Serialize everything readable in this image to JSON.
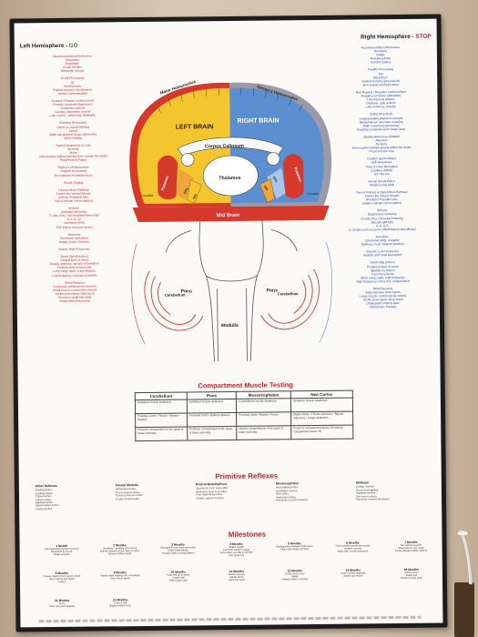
{
  "left": {
    "title_prefix": "Left Hemisphere - ",
    "title_go": "GO",
    "blocks": [
      {
        "tone": "red",
        "lines": [
          "Neurotransmitters/Hormones",
          "Dopamine",
          "Glutamate",
          "Acetyl Choline",
          "Melatonin (sleep)"
        ]
      },
      {
        "tone": "red",
        "lines": [
          "Serial Processing",
          "IQ",
          "Small picture",
          "Explicit memory (declarative)",
          "Verbal communication"
        ]
      },
      {
        "tone": "red",
        "lines": [
          "Reward / Positive reinforcement",
          "Positive emotions (Approach)",
          "Conscious actions",
          "Curious, inquisitive actions",
          "Like routine, sameness, familiarity"
        ]
      },
      {
        "tone": "red",
        "lines": [
          "Planning (Executive)",
          "Linear & Logical thinking",
          "Literal",
          "Math calculations (basic arithmetic)",
          "Word reading"
        ]
      },
      {
        "tone": "red",
        "lines": [
          "Spatial awareness (Local)",
          "Memory",
          "Motor",
          "Interoceptive (stimuli arising from outside the body)",
          "Past/Present/Future"
        ]
      },
      {
        "tone": "red",
        "lines": [
          "Right & Left awareness",
          "Analytic processing",
          "Recognition of familiar faces"
        ]
      },
      {
        "tone": "red",
        "lines": [
          "Social: Display"
        ]
      },
      {
        "tone": "red",
        "lines": [
          "Favors Direct Pathway",
          "Favors the Ventral Stream",
          "(Inferior Temporal lobe,",
          "Parvo-cellular cell receptors)"
        ]
      },
      {
        "tone": "red",
        "lines": [
          "Immune",
          "Activates immunity",
          "T-cells (TH1, cell mediated immunity)",
          "IL-2, IL-12",
          "Interferon (IFN)",
          "TNF (tumor necrosis factor)"
        ]
      },
      {
        "tone": "red",
        "lines": [
          "Emotions",
          "Emotional motivation",
          "Happy, Anger, Surprise"
        ]
      },
      {
        "tone": "red",
        "lines": [
          "Sound: High Frequency"
        ]
      },
      {
        "tone": "red",
        "lines": [
          "Vision (Small picture)",
          "Central field of vision",
          "Details, patterns, specific information",
          "Detects slow movements",
          "Long range sight, Long distance",
          "Low frequency contrast sensitivity"
        ]
      },
      {
        "tone": "red",
        "lines": [
          "Motor/Sensory",
          "Conscious volitional movements",
          "Small muscle control (fine motor)",
          "Tactile processing: light touch",
          "Precision small fine skills",
          "Sequential Movements"
        ]
      }
    ]
  },
  "right": {
    "title_prefix": "Right Hemisphere - ",
    "title_stop": "STOP",
    "blocks": [
      {
        "tone": "blue",
        "lines": [
          "Neurotransmitters/Hormones",
          "Serotonin",
          "GABA",
          "Norepinephrine",
          "Cortisol (wake)"
        ]
      },
      {
        "tone": "blue",
        "lines": [
          "Parallel Processing",
          "EQ",
          "Big picture",
          "Implicit memory (procedural)",
          "Non-verbal communication"
        ]
      },
      {
        "tone": "blue",
        "lines": [
          "Non-Reward / Negative reinforcement",
          "Negative emotions (withdraw)",
          "Unconscious actions",
          "Cautious, safe actions",
          "Like newness, novelty"
        ]
      },
      {
        "tone": "blue",
        "lines": [
          "Doing (Practical)",
          "Understanding abstract concepts",
          "Metaphorical / alternate meaning",
          "Math reasoning (geometry)",
          "Reading comprehension (main idea)"
        ]
      },
      {
        "tone": "blue",
        "lines": [
          "Spatial awareness (Global)",
          "Attention",
          "Sensory",
          "Interoceptive (stimuli arising within the body)",
          "Present in the now"
        ]
      },
      {
        "tone": "blue",
        "lines": [
          "Intuition (gut feelings)",
          "Self-awareness",
          "Tone of voice fluctuation",
          "Creative, Artistic",
          "Go / No-Go"
        ]
      },
      {
        "tone": "blue",
        "lines": [
          "Social: Social Rules,",
          "Interpersonal skills"
        ]
      },
      {
        "tone": "blue",
        "lines": [
          "Favors Indirect & Hyperdirect Pathway",
          "Favors the Dorsal Stream",
          "(Posterior Parietal Lobe,",
          "Magno-cellular cell receptors)"
        ]
      },
      {
        "tone": "blue",
        "lines": [
          "Immune",
          "Suppresses immunity",
          "B-cells (TH2, humoral immunity,",
          "IgG,IgA,IgM,IgE)",
          "IL-4, IL-6",
          "IL-10 (prevent excessive inflammation and allergy)"
        ]
      },
      {
        "tone": "blue",
        "lines": [
          "Emotions",
          "Emotional skills, empathy",
          "Sadness, Fear, Disgust (shame)"
        ]
      },
      {
        "tone": "blue",
        "lines": [
          "Sounds: Low Frequency",
          "Melodic and tonal perception"
        ]
      },
      {
        "tone": "blue",
        "lines": [
          "Vision (Big picture)",
          "Peripheral field of vision",
          "Spatial orientation",
          "Fast movements",
          "Short range sight, high frequency",
          "High frequency colors (Inc. indigo/violet)"
        ]
      },
      {
        "tone": "blue",
        "lines": [
          "Motor/Sensory",
          "Subconscious movements",
          "Large muscle control (gross motor)",
          "Tactile processing: deep touch",
          "Unpleasant smell & taste",
          "Athleticism, Posture"
        ]
      }
    ]
  },
  "brain": {
    "motor_homunculus": "Motor Homunculus",
    "sensory_homunculus": "Sensory Homunculus",
    "left_brain": "LEFT BRAIN",
    "right_brain": "RIGHT BRAIN",
    "corpus_callosum": "Corpus Callosum",
    "thalamus": "Thalamus",
    "putamen": "Putamen",
    "caudate": "Caudate",
    "gpe": "GPe",
    "gpi": "GPi",
    "mid_brain": "Mid Brain",
    "pons": "Pons",
    "medulla": "Medulla",
    "cerebellum": "Cerebellum",
    "colors": {
      "yellow": "#f3c52e",
      "blue": "#5c8fcf",
      "red": "#d4392c",
      "lightblue": "#a9c6e8",
      "orange": "#eea53a"
    }
  },
  "cmt": {
    "title": "Compartment Muscle Testing",
    "headers": [
      "Cerebellum",
      "Pons",
      "Mesencephalon",
      "Neo Cortex"
    ],
    "rows": [
      [
        "Ipsilateral muscle weakness",
        "Ipsilateral muscle weakness",
        "Contralateral muscle weakness",
        "Ipsilateral muscle weakness"
      ],
      [
        "Proximal Joints • Flexors • Biceps • Gluteus",
        "Proximal Joints • Deltoid • Biceps",
        "Proximal Joints • Biceps • Psoas",
        "Digital Joints • Thumb extensors • Big toe extensors • Finger abductors"
      ],
      [
        "Posterior compartment of the upper & lower extremity",
        "Posterior compartment of the upper & lower extremity",
        "Anterior compartment of the upper & lower extremity",
        "Posterior compartment above T6 Anterior compartment below T6"
      ]
    ]
  },
  "pr": {
    "title": "Primitive Reflexes",
    "cols": [
      {
        "h": "Other Reflexes",
        "lines": [
          "Rooting Reflex",
          "Sucking Reflex",
          "Palmar Reflex",
          "Plantar Reflex",
          "Babinski Reflex",
          "Spinal Galant Reflex",
          "Landau Reflex"
        ]
      },
      {
        "h": "Caudal Medulla",
        "lines": [
          "Withdrawal Reflex",
          "Fear Paralysis Reflex",
          "Crossed extensor reflex",
          "Tendon Guard Reflex"
        ]
      },
      {
        "h": "Rostral Medulla/Pons",
        "lines": [
          "Asymmetric tonic neck reflex",
          "Symmetric tonic neck reflex",
          "Tonic labyrinthine reflex",
          "Positive support reaction"
        ]
      },
      {
        "h": "Mesencephalon",
        "lines": [
          "Head righting reflex",
          "Amphibian reaction",
          "Moro reflex",
          "Segmental rolling",
          "Parachute reaction Forward"
        ]
      },
      {
        "h": "Midbrain",
        "lines": [
          "Landau reaction",
          "Oculo-head righting",
          "Hopping reactions",
          "See-saw reactions",
          "Parachute reaction Backward"
        ]
      }
    ]
  },
  "ms": {
    "title": "Milestones",
    "items": [
      {
        "h": "1 Month",
        "lines": [
          "Lifts head when lying on tummy",
          "Responds to sound",
          "Stares at faces"
        ]
      },
      {
        "h": "2 Months",
        "lines": [
          "Vocalizes - gurgling and cooing",
          "Follows objects across field of vision",
          "Notices his/her hands"
        ]
      },
      {
        "h": "3 Months",
        "lines": [
          "Recognizes your face and scent",
          "Holds head steady",
          "Visually tracks moving objects"
        ]
      },
      {
        "h": "4 Months",
        "lines": [
          "Smiles, laughs",
          "Can bear weight on legs",
          "Coos when you talk to him/her",
          "Can grasp toy"
        ]
      },
      {
        "h": "5 Months",
        "lines": [
          "Distinguishes between bold colors",
          "Plays with hands and feet"
        ]
      },
      {
        "h": "6 Months",
        "lines": [
          "Turns toward sounds and voices",
          "Imitates sounds",
          "Rolls over in both directions"
        ]
      },
      {
        "h": "7 Months",
        "lines": [
          "Sits without support",
          "Responds to own name",
          "Finds partially hidden objects"
        ]
      },
      {
        "h": "8 Months",
        "lines": [
          "Passes objects from hand to hand",
          "Says 'mama' and 'dada'",
          "Creeps"
        ]
      },
      {
        "h": "9 Months",
        "lines": [
          "Stands while holding onto something",
          "Uses pincer grasp"
        ]
      },
      {
        "h": "10 Months",
        "lines": [
          "Pulls self up to stand",
          "Crawls well",
          "Plays patty-cake"
        ]
      },
      {
        "h": "11 Months",
        "lines": [
          "Waves bye-bye",
          "Stands alone",
          "Says one word"
        ]
      },
      {
        "h": "12 Months",
        "lines": [
          "Drinks from a cup",
          "Walks",
          "Imitates others' activities"
        ]
      },
      {
        "h": "14 Months",
        "lines": [
          "Uses 3 words regularly",
          "Stacks two blocks"
        ]
      },
      {
        "h": "18 Months",
        "lines": [
          "Climbs stairs",
          "Feeds self",
          "Points to body parts"
        ]
      },
      {
        "h": "21 Months",
        "lines": [
          "Runs",
          "Uses two-word phrases"
        ]
      },
      {
        "h": "24 Months",
        "lines": [
          "Kicks a ball",
          "Begins pretend play"
        ]
      }
    ]
  }
}
